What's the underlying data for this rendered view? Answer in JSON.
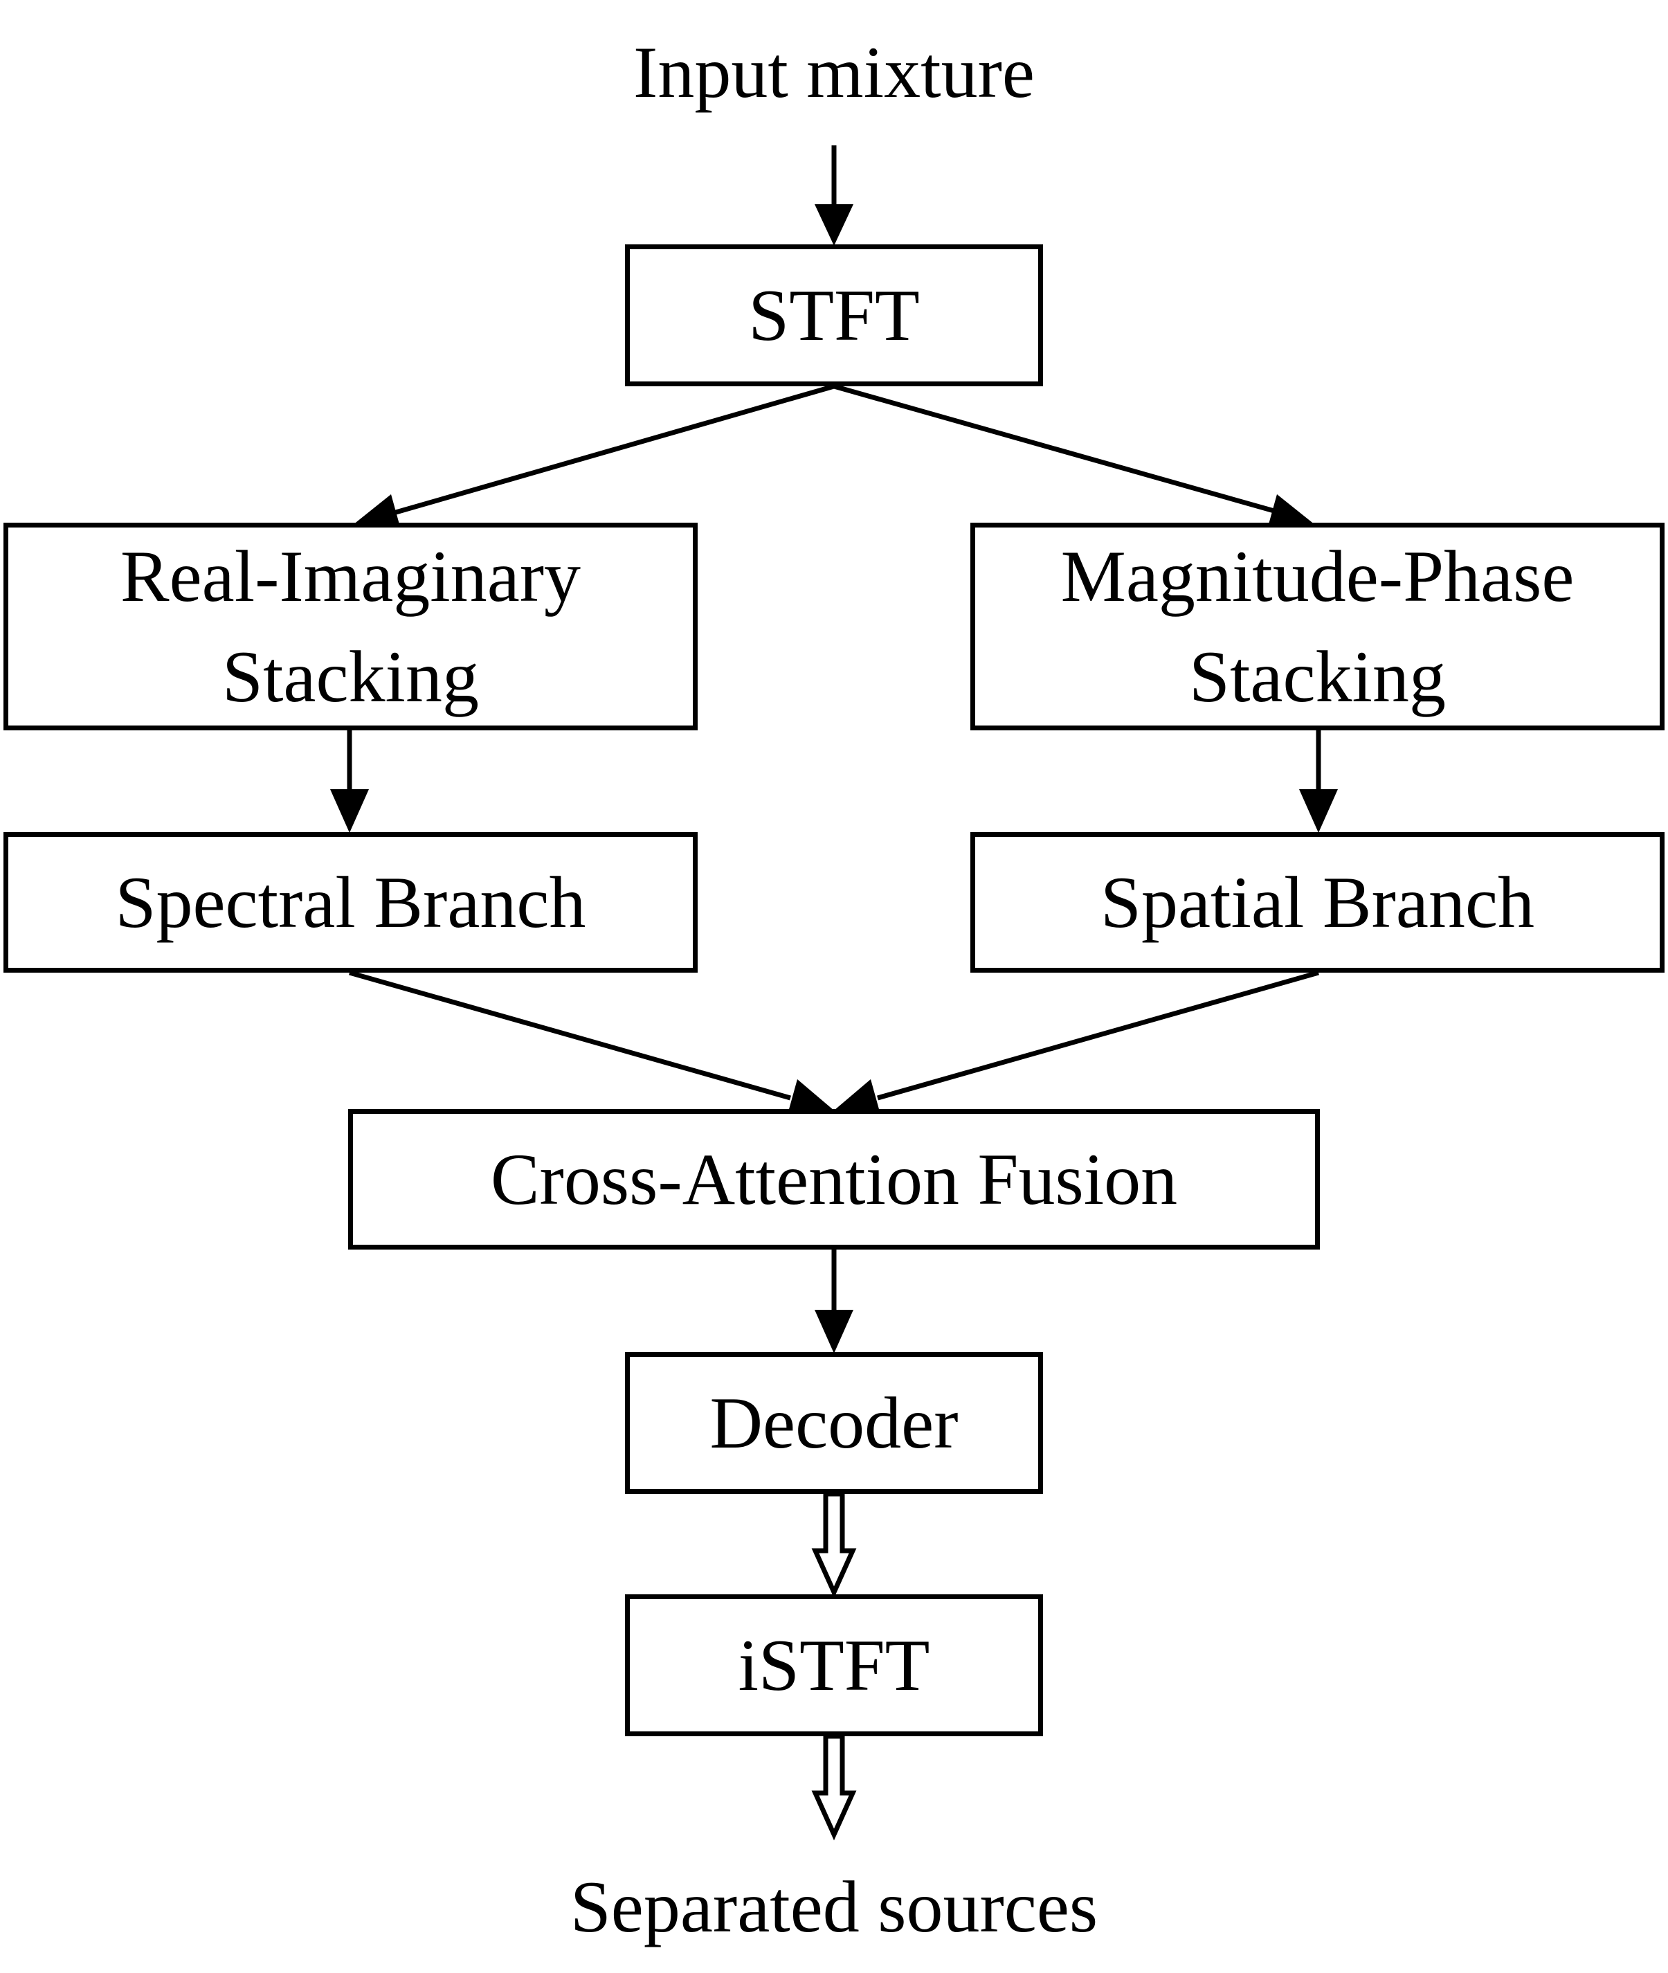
{
  "diagram": {
    "input_label": "Input mixture",
    "output_label": "Separated sources",
    "nodes": {
      "stft": {
        "label": "STFT"
      },
      "real_imag": {
        "line1": "Real-Imaginary",
        "line2": "Stacking"
      },
      "mag_phase": {
        "line1": "Magnitude-Phase",
        "line2": "Stacking"
      },
      "spectral": {
        "label": "Spectral Branch"
      },
      "spatial": {
        "label": "Spatial Branch"
      },
      "fusion": {
        "label": "Cross-Attention Fusion"
      },
      "decoder": {
        "label": "Decoder"
      },
      "istft": {
        "label": "iSTFT"
      }
    },
    "edges": [
      {
        "from": "input",
        "to": "stft",
        "style": "solid"
      },
      {
        "from": "stft",
        "to": "real_imag",
        "style": "solid"
      },
      {
        "from": "stft",
        "to": "mag_phase",
        "style": "solid"
      },
      {
        "from": "real_imag",
        "to": "spectral",
        "style": "solid"
      },
      {
        "from": "mag_phase",
        "to": "spatial",
        "style": "solid"
      },
      {
        "from": "spectral",
        "to": "fusion",
        "style": "solid"
      },
      {
        "from": "spatial",
        "to": "fusion",
        "style": "solid"
      },
      {
        "from": "fusion",
        "to": "decoder",
        "style": "solid"
      },
      {
        "from": "decoder",
        "to": "istft",
        "style": "double-hollow"
      },
      {
        "from": "istft",
        "to": "output",
        "style": "double-hollow"
      }
    ],
    "colors": {
      "stroke": "#000000",
      "fill": "#ffffff"
    }
  }
}
